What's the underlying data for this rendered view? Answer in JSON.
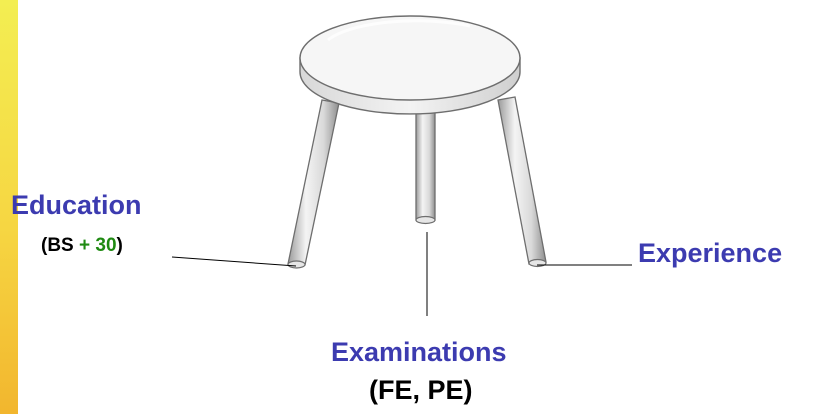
{
  "labels": {
    "education": {
      "title": "Education",
      "detail_open": "(BS ",
      "detail_plus": "+ ",
      "detail_number": "30",
      "detail_close": ")"
    },
    "examinations": {
      "title": "Examinations",
      "detail": "(FE, PE)"
    },
    "experience": {
      "title": "Experience"
    }
  },
  "colors": {
    "label_blue": "#3c3bb0",
    "accent_green": "#1f8a12",
    "side_bar_yellow": "#f4d040"
  },
  "icons": [
    "three-legged-stool-icon"
  ]
}
